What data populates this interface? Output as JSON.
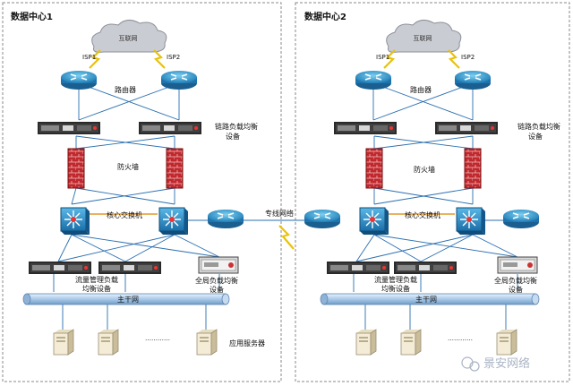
{
  "left": {
    "title": "数据中心1",
    "cloud": "互联网",
    "isp1": "ISP1",
    "isp2": "ISP2",
    "router": "路由器",
    "link_lb": "链路负载均衡",
    "link_lb2": "设备",
    "firewall": "防火墙",
    "core": "核心交换机",
    "traffic_lb": "流量管理负载",
    "traffic_lb2": "均衡设备",
    "global_lb": "全局负载均衡",
    "global_lb2": "设备",
    "backbone": "主干网",
    "dots": "…………",
    "app_server": "应用服务器"
  },
  "right": {
    "title": "数据中心2",
    "cloud": "互联网",
    "isp1": "ISP1",
    "isp2": "ISP2",
    "router": "路由器",
    "link_lb": "链路负载均衡",
    "link_lb2": "设备",
    "firewall": "防火墙",
    "core": "核心交换机",
    "traffic_lb": "流量管理负载",
    "traffic_lb2": "均衡设备",
    "global_lb": "全局负载均衡",
    "global_lb2": "设备",
    "backbone": "主干网",
    "dots": "…………"
  },
  "dedicated_link": "专线网络",
  "watermark": "景安网络"
}
